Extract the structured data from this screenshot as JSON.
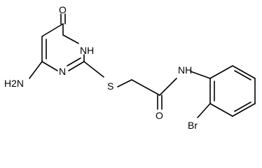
{
  "molecule": {
    "atoms": {
      "O": "O",
      "NH_ring": "NH",
      "N_ring": "N",
      "H2N": "H2N",
      "S": "S",
      "NH_amide": "NH",
      "O_amide": "O",
      "Br": "Br"
    }
  }
}
